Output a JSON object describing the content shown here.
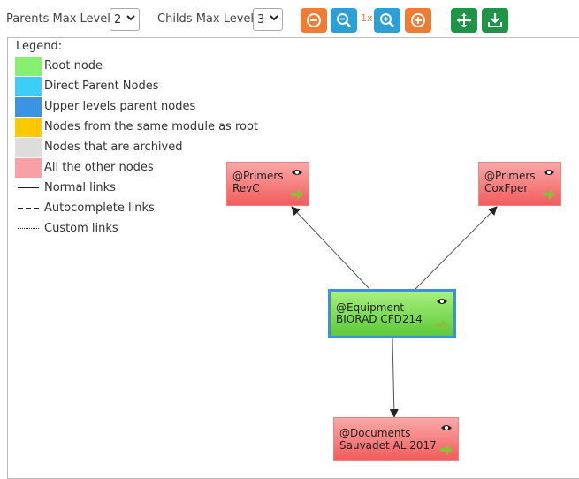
{
  "toolbar": {
    "parents_label": "Parents Max Level",
    "parents_value": "2",
    "childs_label": "Childs Max Level",
    "childs_value": "3",
    "zoom_level": "1x",
    "icons": [
      "minus-circle-icon",
      "zoom-out-icon",
      "zoom-in-icon",
      "plus-circle-icon",
      "move-icon",
      "download-icon"
    ]
  },
  "legend": {
    "title": "Legend:",
    "items": [
      {
        "label": "Root node",
        "color": "#88f070"
      },
      {
        "label": "Direct Parent Nodes",
        "color": "#3dcdf7"
      },
      {
        "label": "Upper levels parent nodes",
        "color": "#3b93e4"
      },
      {
        "label": "Nodes from the same module as root",
        "color": "#fcc800"
      },
      {
        "label": "Nodes that are archived",
        "color": "#dddddd"
      },
      {
        "label": "All the other nodes",
        "color": "#f9a0a6"
      }
    ],
    "links": [
      {
        "label": "Normal links",
        "style": "solid"
      },
      {
        "label": "Autocomplete links",
        "style": "dashed"
      },
      {
        "label": "Custom links",
        "style": "dotted"
      }
    ]
  },
  "graph": {
    "nodes": [
      {
        "id": "primers-revc",
        "module": "@Primers",
        "name": "RevC",
        "kind": "other"
      },
      {
        "id": "primers-coxfper",
        "module": "@Primers",
        "name": "CoxFper",
        "kind": "other"
      },
      {
        "id": "equipment-biorad",
        "module": "@Equipment",
        "name": "BIORAD CFD214",
        "kind": "root"
      },
      {
        "id": "documents-sauvadet",
        "module": "@Documents",
        "name": "Sauvadet AL 2017",
        "kind": "other"
      }
    ],
    "edges": [
      {
        "from": "equipment-biorad",
        "to": "primers-revc",
        "style": "solid"
      },
      {
        "from": "equipment-biorad",
        "to": "primers-coxfper",
        "style": "solid"
      },
      {
        "from": "equipment-biorad",
        "to": "documents-sauvadet",
        "style": "solid"
      }
    ]
  }
}
